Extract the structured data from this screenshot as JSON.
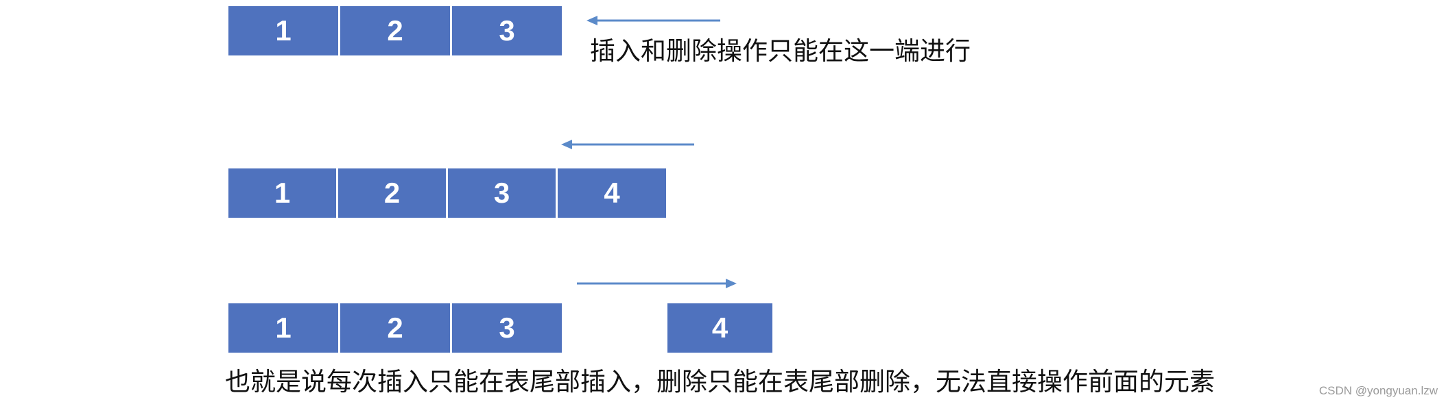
{
  "colors": {
    "box_fill": "#4f72be",
    "box_text": "#ffffff",
    "arrow": "#5b8ac9",
    "caption_text": "#111111",
    "watermark_text": "#9a9a9a"
  },
  "stage1": {
    "cells": [
      "1",
      "2",
      "3"
    ],
    "arrow_direction": "left",
    "caption": "插入和删除操作只能在这一端进行"
  },
  "stage2": {
    "cells": [
      "1",
      "2",
      "3",
      "4"
    ],
    "arrow_direction": "left"
  },
  "stage3": {
    "cells": [
      "1",
      "2",
      "3"
    ],
    "detached_cell": "4",
    "arrow_direction": "right"
  },
  "footer": {
    "caption": "也就是说每次插入只能在表尾部插入，删除只能在表尾部删除，无法直接操作前面的元素"
  },
  "watermark": "CSDN @yongyuan.lzw"
}
